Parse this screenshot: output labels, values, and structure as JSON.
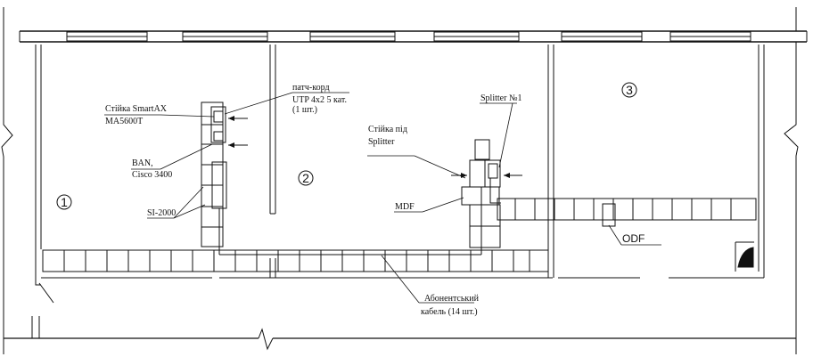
{
  "labels": {
    "rack_smartax": "Стійка SmartAX",
    "rack_smartax_model": "MA5600T",
    "patch_cord_1": "патч-корд",
    "patch_cord_2": "UTP 4x2 5 кат.",
    "patch_cord_3": "(1 шт.)",
    "ban_1": "BAN,",
    "ban_2": "Cisco 3400",
    "si2000": "SI-2000",
    "splitter_rack_1": "Стійка під",
    "splitter_rack_2": "Splitter",
    "splitter_no1": "Splitter №1",
    "mdf": "MDF",
    "odf": "ODF",
    "subscriber_cable_1": "Абонентський",
    "subscriber_cable_2": "кабель (14 шт.)"
  },
  "rooms": [
    "1",
    "2",
    "3"
  ],
  "colors": {
    "line": "#111111",
    "background": "#ffffff"
  }
}
